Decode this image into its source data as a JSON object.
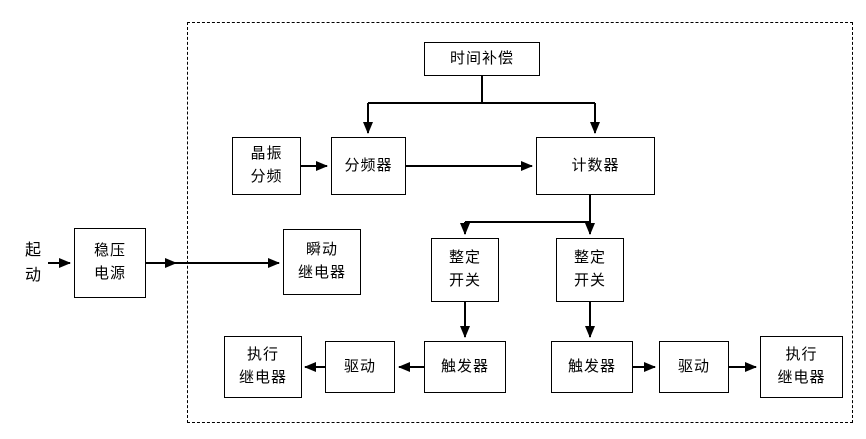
{
  "diagram": {
    "start_label": "起\n动",
    "nodes": {
      "time_compensation": "时间补偿",
      "crystal_oscillator": "晶振\n分频",
      "frequency_divider": "分频器",
      "counter": "计数器",
      "regulated_power_supply": "稳压\n电源",
      "instantaneous_relay": "瞬动\n继电器",
      "setting_switch_left": "整定\n开关",
      "setting_switch_right": "整定\n开关",
      "flip_flop_left": "触发器",
      "flip_flop_right": "触发器",
      "driver_left": "驱动",
      "driver_right": "驱动",
      "output_relay_left": "执行\n继电器",
      "output_relay_right": "执行\n继电器"
    },
    "colors": {
      "line": "#000000",
      "border": "#000000",
      "background": "#ffffff",
      "text": "#000000"
    }
  }
}
